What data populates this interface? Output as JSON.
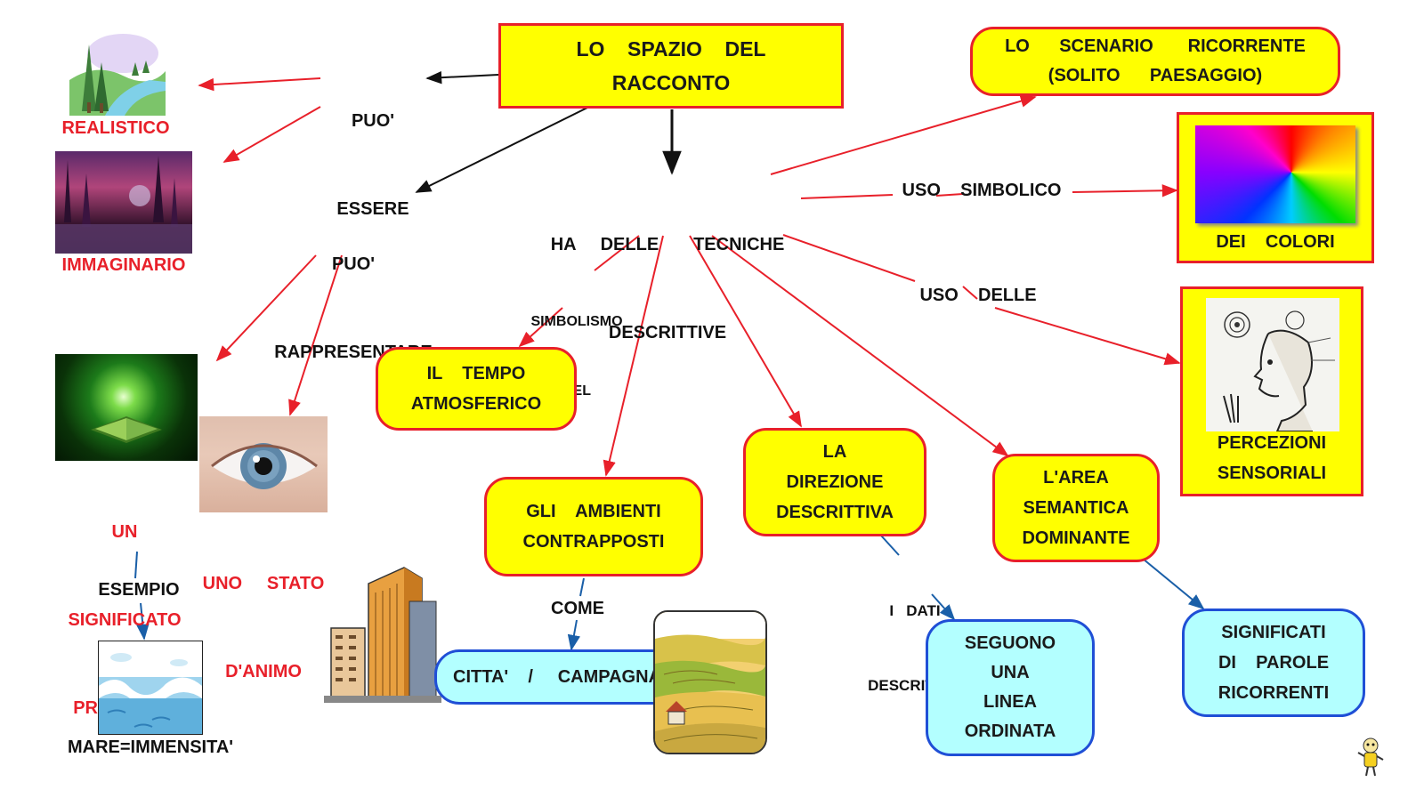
{
  "title": {
    "line1": "LO    SPAZIO    DEL",
    "line2": "RACCONTO"
  },
  "puo_essere": {
    "line1": "PUO'",
    "line2": "ESSERE"
  },
  "realistico": "REALISTICO",
  "immaginario": "IMMAGINARIO",
  "puo_rappresentare": {
    "line1": "PUO'",
    "line2": "RAPPRESENTARE"
  },
  "significato_profondo": {
    "line1": "UN",
    "line2": "SIGNIFICATO",
    "line3": "PROFONDO"
  },
  "stato_animo": {
    "line1": "UNO     STATO",
    "line2": "D'ANIMO"
  },
  "esempio": "ESEMPIO",
  "mare": "MARE=IMMENSITA'",
  "tecniche": {
    "line1": "HA     DELLE       TECNICHE",
    "line2": "DESCRITTIVE"
  },
  "scenario": {
    "line1": "LO      SCENARIO       RICORRENTE",
    "line2": "(SOLITO      PAESAGGIO)"
  },
  "uso_simbolico": "USO    SIMBOLICO",
  "dei_colori": "DEI    COLORI",
  "uso_delle": "USO    DELLE",
  "percezioni": {
    "line1": "PERCEZIONI",
    "line2": "SENSORIALI"
  },
  "simbolismo": {
    "line1": "SIMBOLISMO",
    "line2": "DEL"
  },
  "tempo": {
    "line1": "IL    TEMPO",
    "line2": "ATMOSFERICO"
  },
  "ambienti": {
    "line1": "GLI    AMBIENTI",
    "line2": "CONTRAPPOSTI"
  },
  "come": "COME",
  "citta": "CITTA'    /     CAMPAGNA",
  "direzione": {
    "line1": "LA",
    "line2": "DIREZIONE",
    "line3": "DESCRITTIVA"
  },
  "dati": {
    "line1": "I   DATI",
    "line2": "DESCRITTIVI"
  },
  "seguono": {
    "line1": "SEGUONO",
    "line2": "UNA",
    "line3": "LINEA",
    "line4": "ORDINATA"
  },
  "area": {
    "line1": "L'AREA",
    "line2": "SEMANTICA",
    "line3": "DOMINANTE"
  },
  "significati": {
    "line1": "SIGNIFICATI",
    "line2": "DI    PAROLE",
    "line3": "RICORRENTI"
  },
  "colors": {
    "red": "#e8202a",
    "yellow": "#ffff00",
    "cyan": "#b3ffff",
    "blue": "#1f4fd6",
    "arrow_blue": "#1a5fa8"
  },
  "icons": [
    "landscape-clipart-icon",
    "fantasy-landscape-photo",
    "glowing-book-photo",
    "eye-photo",
    "sea-waves-clipart-icon",
    "city-buildings-clipart-icon",
    "countryside-fields-clipart-icon",
    "color-wheel-gradient",
    "head-senses-engraving",
    "cartoon-mascot-icon"
  ]
}
